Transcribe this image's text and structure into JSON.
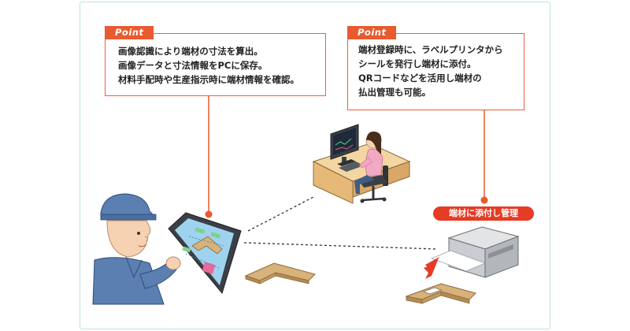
{
  "callout_left": {
    "tag": "Point",
    "text": "画像認識により端材の寸法を算出。\n画像データと寸法情報をPCに保存。\n材料手配時や生産指示時に端材情報を確認。"
  },
  "callout_right": {
    "tag": "Point",
    "text": "端材登録時に、ラベルプリンタから\nシールを発行し端材に添付。\nQRコードなどを活用し端材の\n払出管理も可能。"
  },
  "badge": {
    "text": "端材に添付し管理"
  },
  "colors": {
    "accent": "#e85a2f",
    "badge": "#e63b24",
    "frame": "#bfe3d9"
  }
}
